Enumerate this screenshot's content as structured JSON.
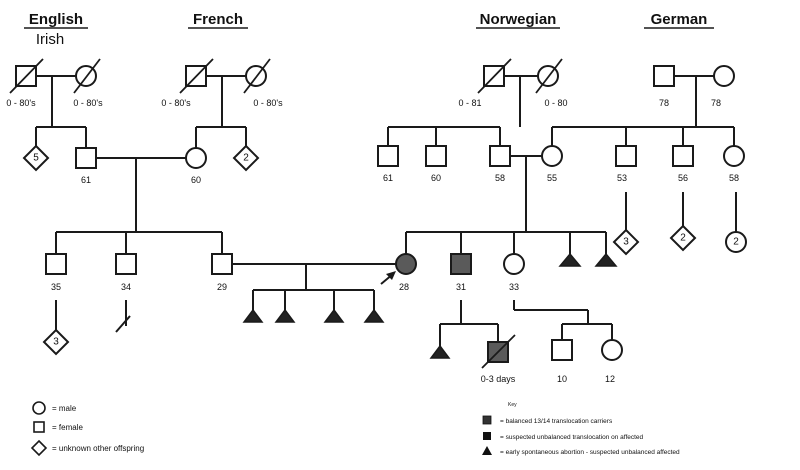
{
  "heritage": {
    "english": "English",
    "irish": "Irish",
    "french": "French",
    "norwegian": "Norwegian",
    "german": "German"
  },
  "ages": {
    "eng_gf": "0 - 80's",
    "eng_gm": "0 - 80's",
    "fr_gf": "0 - 80's",
    "fr_gm": "0 - 80's",
    "nor_gf": "0 - 81",
    "nor_gm": "0 - 80",
    "ger_gf": "78",
    "ger_gm": "78",
    "father_side_father": "61",
    "father_side_mother": "60",
    "nor_uncle1": "61",
    "nor_uncle2": "60",
    "nor_father": "58",
    "nor_mother": "55",
    "ger_sib1": "53",
    "ger_sib2": "56",
    "ger_sib3": "58",
    "husband_sib1": "35",
    "husband_sib2": "34",
    "husband": "29",
    "proband": "28",
    "brother": "31",
    "sister": "33",
    "deceased_son": "0-3 days",
    "niece_son": "10",
    "niece_daughter": "12"
  },
  "offspring_counts": {
    "eng": "5",
    "fr": "2",
    "ger_sib1": "3",
    "ger_sib2": "2",
    "ger_sib3": "2",
    "husband_sib1": "3"
  },
  "legend": {
    "male": "= male",
    "female": "= female",
    "unknown": "= unknown other offspring"
  },
  "key": {
    "title": "Key",
    "balanced": "= balanced 13/14 translocation carriers",
    "unbalanced": "= suspected unbalanced translocation on affected",
    "abortion": "= early spontaneous abortion - suspected unbalanced affected"
  },
  "colors": {
    "line": "#1a1a1a",
    "affected_fill": "#5a5a5a",
    "dark_fill": "#222222"
  }
}
